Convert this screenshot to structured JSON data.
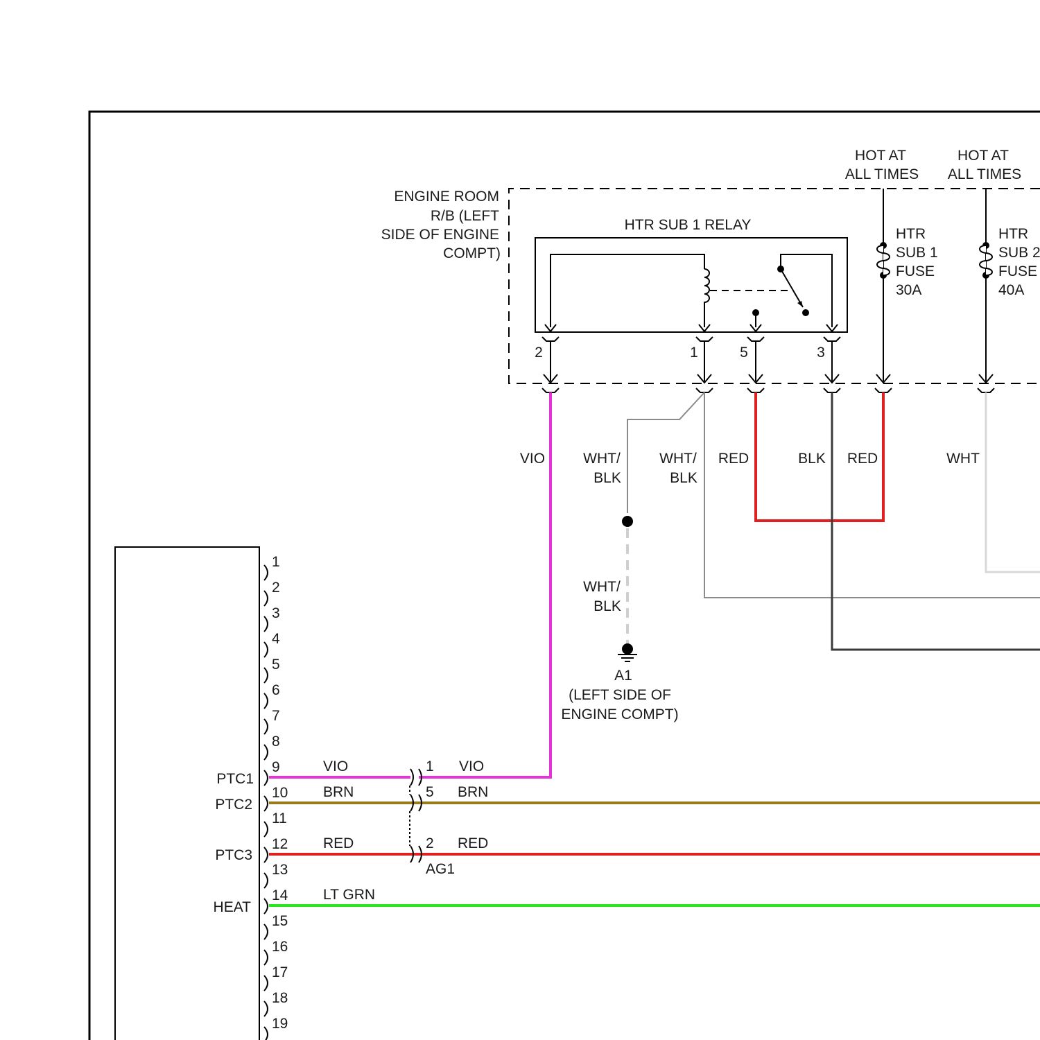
{
  "colors": {
    "vio": "#e632d8",
    "brn": "#9a7b1c",
    "red": "#e0201e",
    "ltgrn": "#29e620",
    "blk": "#3a3a3a",
    "wht": "#d8d8d8",
    "whtblk": "#8a8a8a"
  },
  "relay_box": {
    "label_lines": [
      "ENGINE ROOM",
      "R/B (LEFT",
      "SIDE OF ENGINE",
      "COMPT)"
    ],
    "relay_title": "HTR SUB 1 RELAY",
    "relay_pins": [
      "2",
      "1",
      "5",
      "3"
    ]
  },
  "power": [
    {
      "hot_lines": [
        "HOT AT",
        "ALL TIMES"
      ],
      "fuse_lines": [
        "HTR",
        "SUB 1",
        "FUSE",
        "30A"
      ]
    },
    {
      "hot_lines": [
        "HOT AT",
        "ALL TIMES"
      ],
      "fuse_lines": [
        "HTR",
        "SUB 2",
        "FUSE",
        "40A"
      ]
    }
  ],
  "wire_labels": {
    "vio": "VIO",
    "whtblk_left": [
      "WHT/",
      "BLK"
    ],
    "whtblk_right": [
      "WHT/",
      "BLK"
    ],
    "red_left": "RED",
    "blk": "BLK",
    "red_right": "RED",
    "wht": "WHT",
    "whtblk_ground": [
      "WHT/",
      "BLK"
    ]
  },
  "ground": {
    "code": "A1",
    "location_lines": [
      "(LEFT SIDE OF",
      "ENGINE COMPT)"
    ]
  },
  "ecu_pins": [
    "1",
    "2",
    "3",
    "4",
    "5",
    "6",
    "7",
    "8",
    "9",
    "10",
    "11",
    "12",
    "13",
    "14",
    "15",
    "16",
    "17",
    "18",
    "19"
  ],
  "ecu_signals": [
    {
      "name": "PTC1",
      "pin": "9",
      "wire_left": "VIO",
      "junction_pin": "1",
      "wire_right": "VIO"
    },
    {
      "name": "PTC2",
      "pin": "10",
      "wire_left": "BRN",
      "junction_pin": "5",
      "wire_right": "BRN"
    },
    {
      "name": "PTC3",
      "pin": "12",
      "wire_left": "RED",
      "junction_pin": "2",
      "wire_right": "RED"
    },
    {
      "name": "HEAT",
      "pin": "14",
      "wire_left": "LT GRN"
    }
  ],
  "junction_connector": "AG1"
}
